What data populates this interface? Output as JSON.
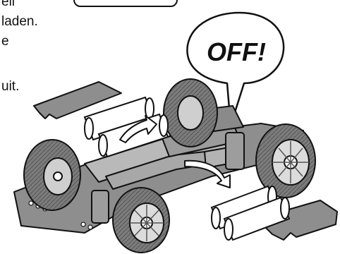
{
  "manual_text": {
    "line1": "ell",
    "line2": "laden.",
    "line3": "e",
    "line4": "uit."
  },
  "callout": {
    "text": "OFF!"
  },
  "colors": {
    "outline": "#111111",
    "chassis_gray": "#8e8e8e",
    "light_gray": "#b9b9b9",
    "tire_gray": "#7c7c7c",
    "battery_fill": "#ffffff"
  }
}
